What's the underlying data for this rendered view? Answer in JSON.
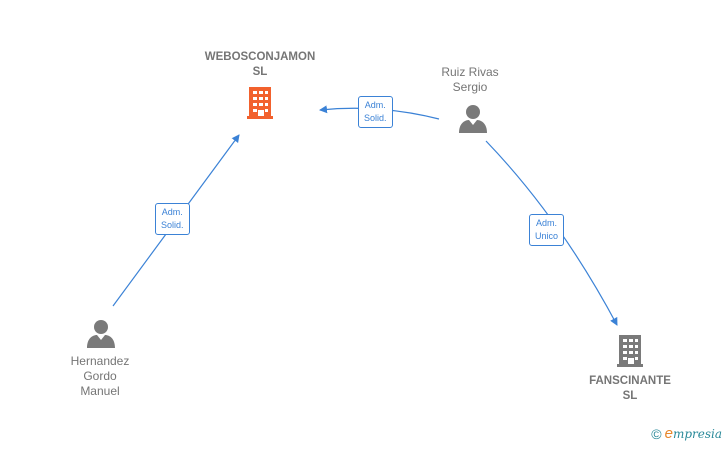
{
  "nodes": {
    "webosconjamon": {
      "lines": [
        "WEBOSCONJAMON",
        "SL"
      ],
      "kind": "company",
      "color": "#f2612d"
    },
    "fanscinante": {
      "lines": [
        "FANSCINANTE",
        "SL"
      ],
      "kind": "company",
      "color": "#7a7a7a"
    },
    "ruiz": {
      "lines": [
        "Ruiz Rivas",
        "Sergio"
      ],
      "kind": "person",
      "color": "#7a7a7a"
    },
    "hernandez": {
      "lines": [
        "Hernandez",
        "Gordo",
        "Manuel"
      ],
      "kind": "person",
      "color": "#7a7a7a"
    }
  },
  "edges": {
    "hernandez_webos": {
      "lines": [
        "Adm.",
        "Solid."
      ]
    },
    "ruiz_webos": {
      "lines": [
        "Adm.",
        "Solid."
      ]
    },
    "ruiz_fans": {
      "lines": [
        "Adm.",
        "Unico"
      ]
    }
  },
  "edge_color": "#3b82d6",
  "footer": {
    "copyright": "©",
    "brand_initial": "e",
    "brand_rest": "mpresia"
  }
}
